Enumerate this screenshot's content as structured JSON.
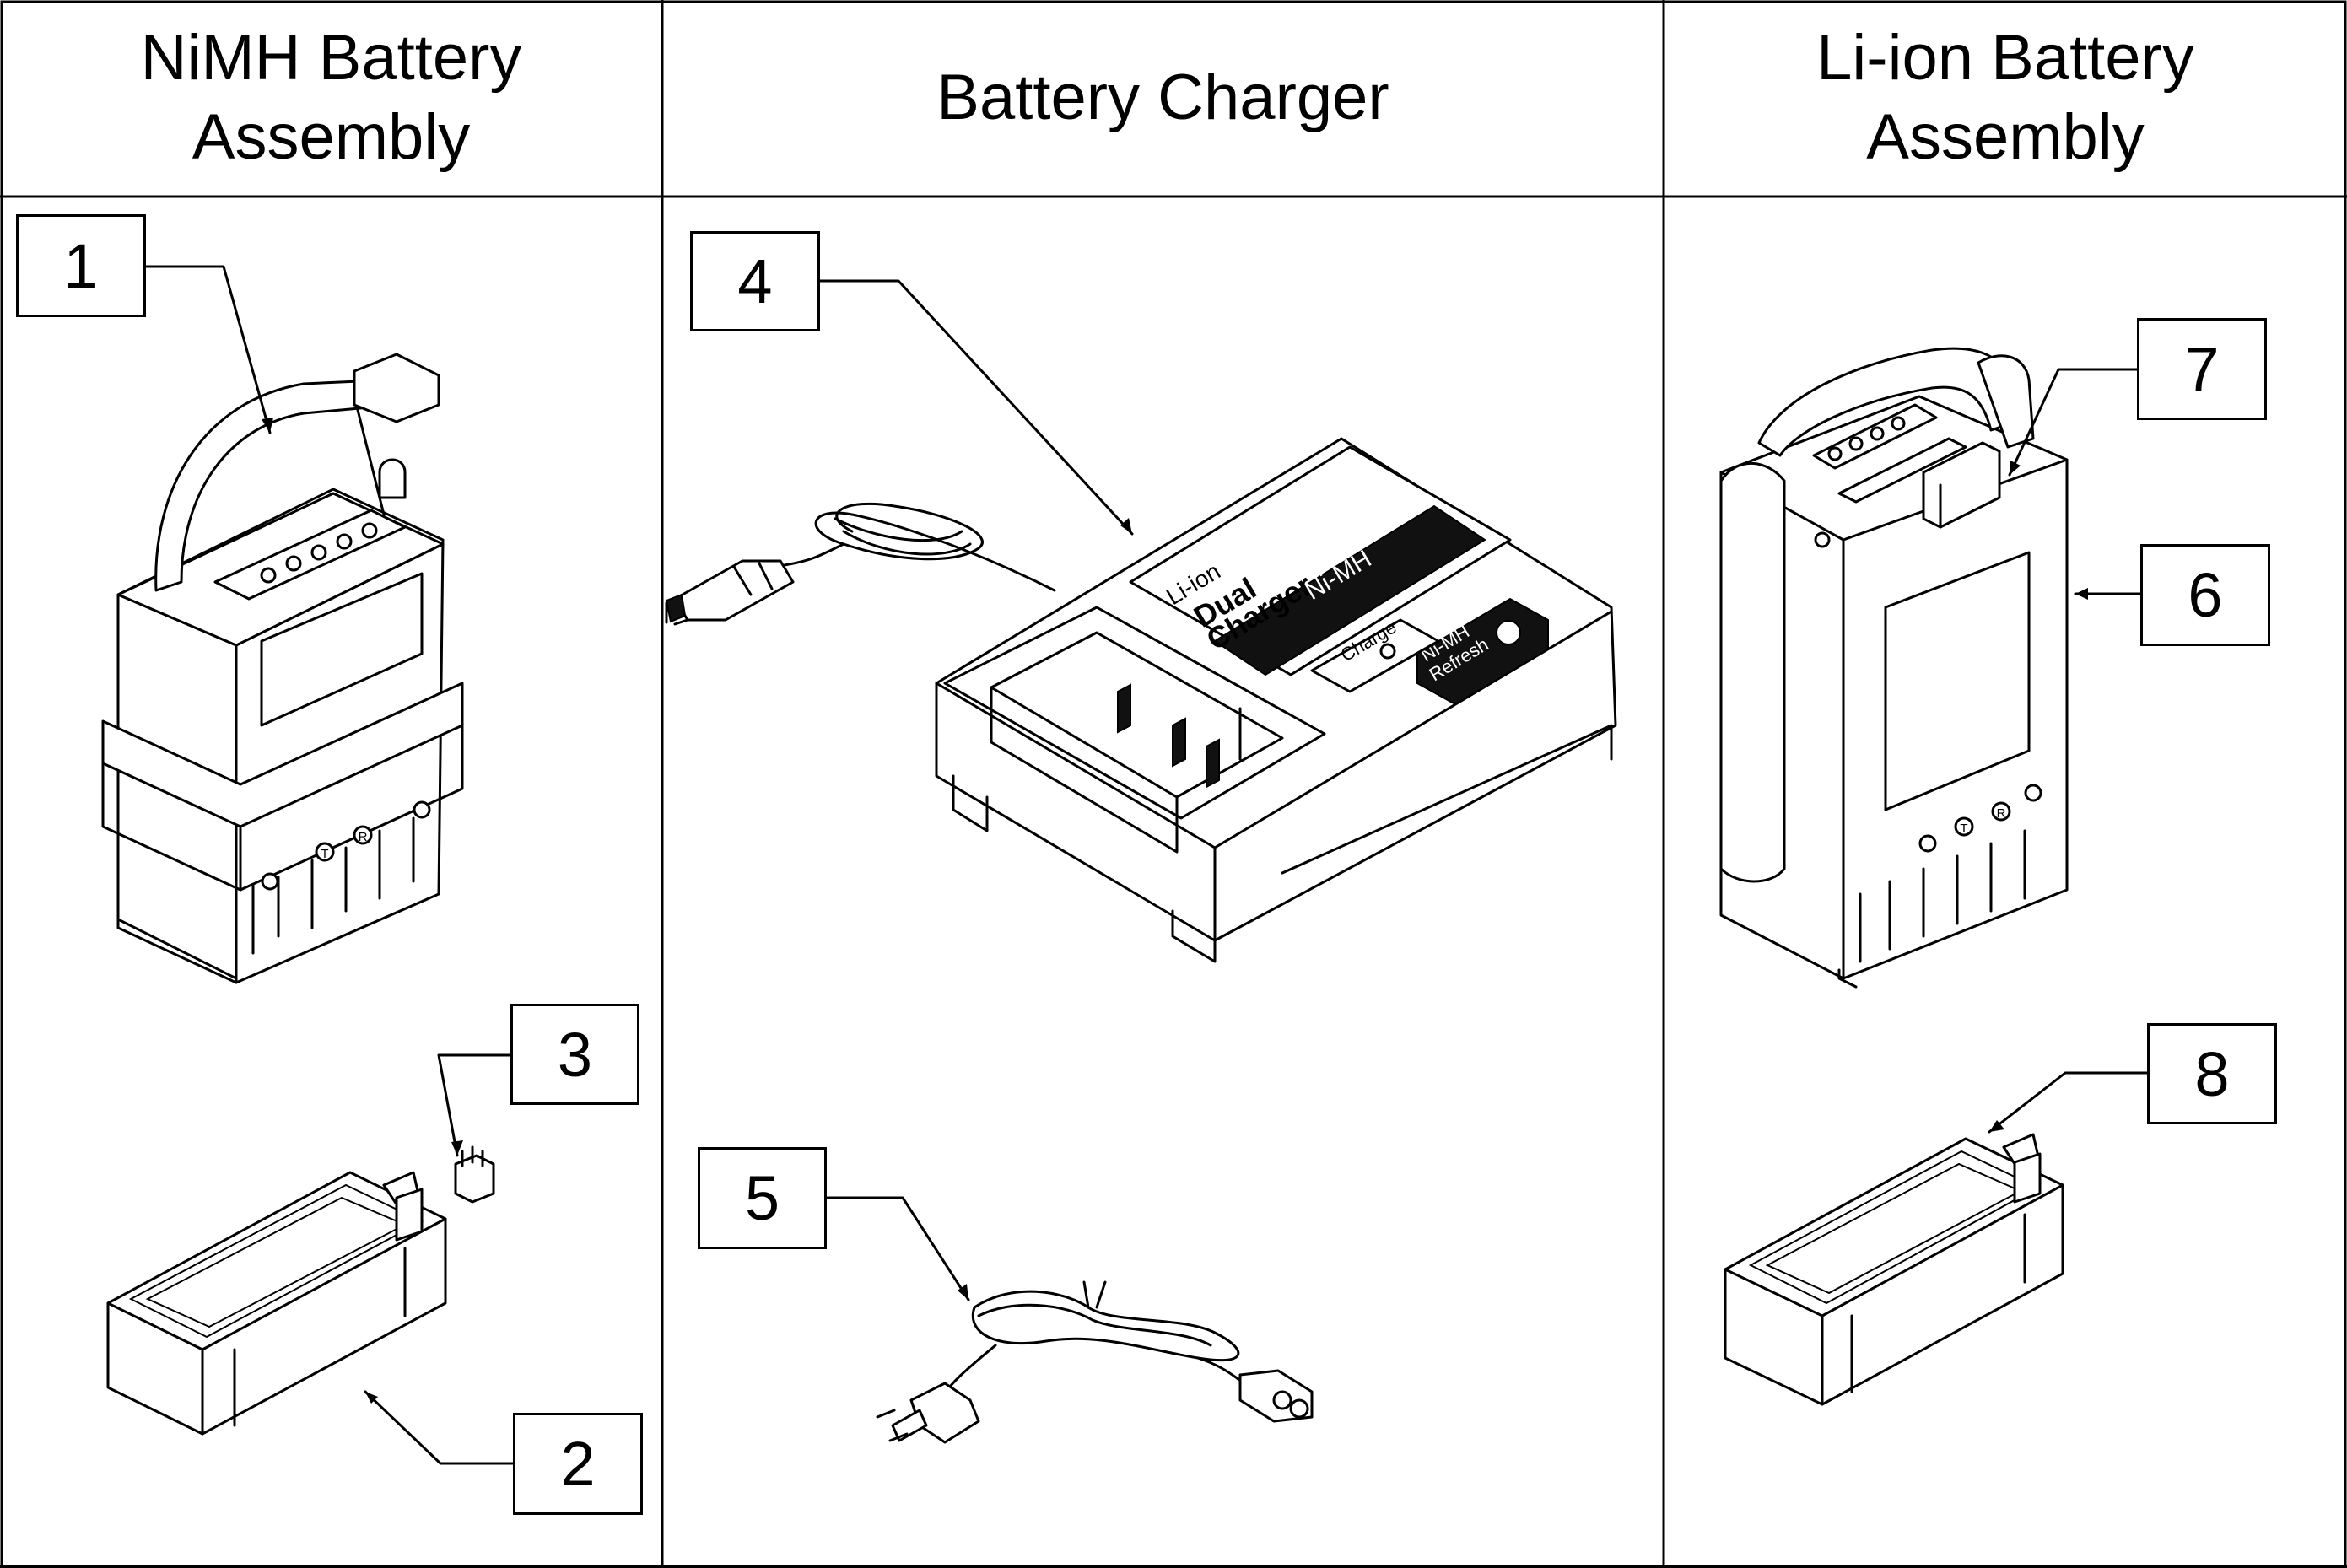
{
  "columns": [
    {
      "header": "NiMH Battery\nAssembly"
    },
    {
      "header": "Battery Charger"
    },
    {
      "header": "Li-ion Battery\nAssembly"
    }
  ],
  "callouts": [
    "1",
    "2",
    "3",
    "4",
    "5",
    "6",
    "7",
    "8"
  ],
  "charger_labels": {
    "dual": "Dual",
    "charger": "Charger",
    "liion": "Li-ion",
    "nimh": "Ni-MH",
    "refresh_top": "Ni-MH",
    "refresh_bottom": "Refresh",
    "charge": "Charge"
  },
  "terminal_marks": [
    "T",
    "R"
  ]
}
